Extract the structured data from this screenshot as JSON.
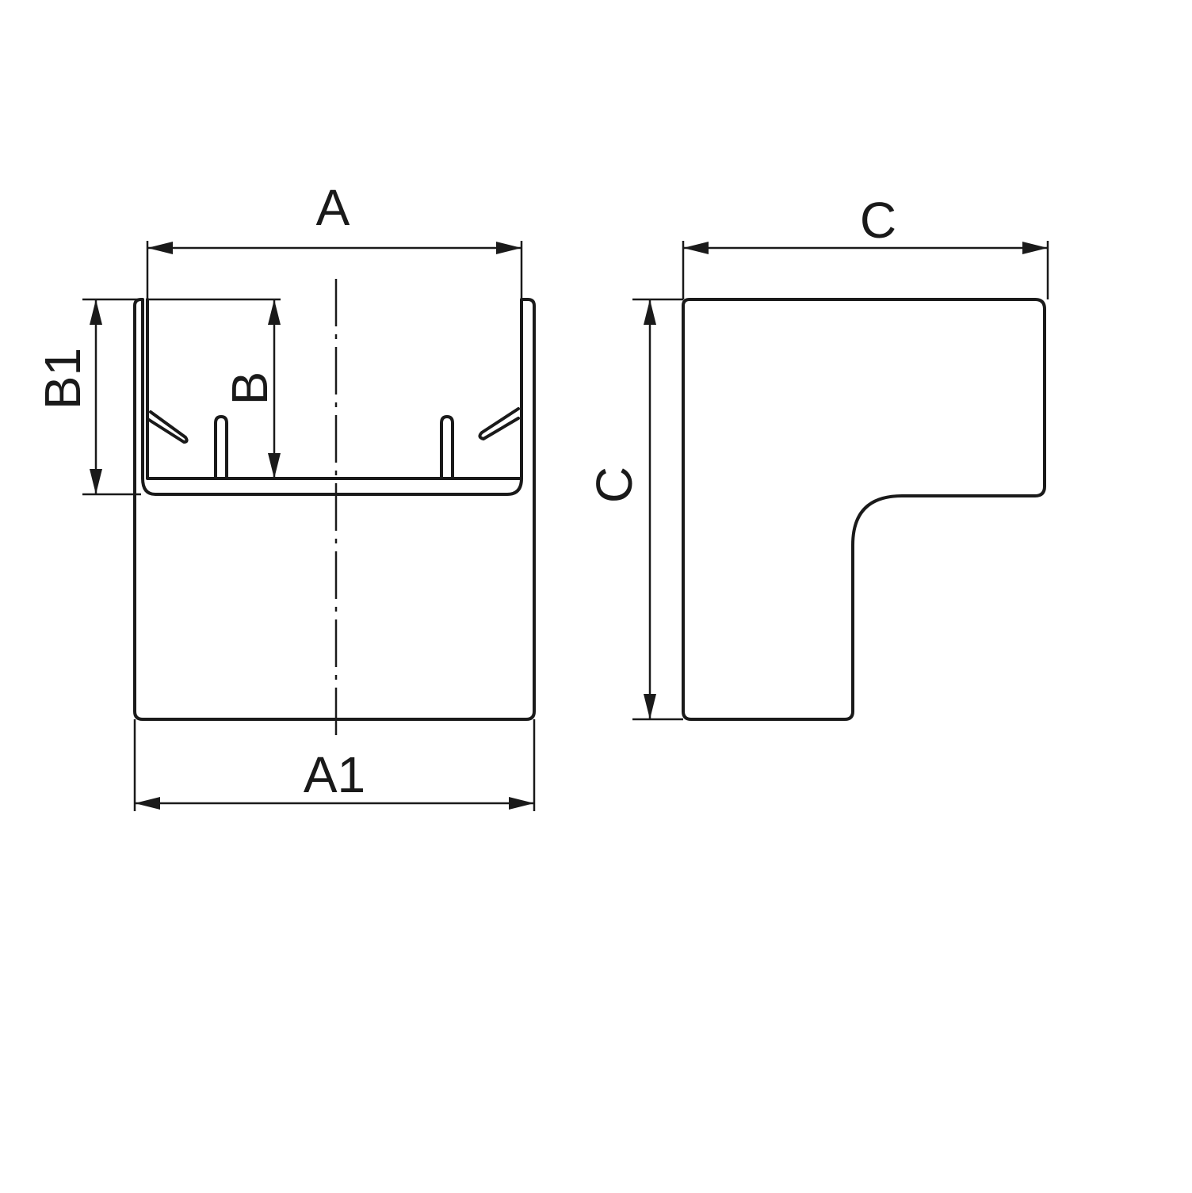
{
  "labels": {
    "front_width_top": "A",
    "front_width_bottom": "A1",
    "front_height_outer": "B1",
    "front_height_inner": "B",
    "side_width": "C",
    "side_height": "C"
  },
  "colors": {
    "ink": "#1a1a1a",
    "background": "#ffffff"
  }
}
